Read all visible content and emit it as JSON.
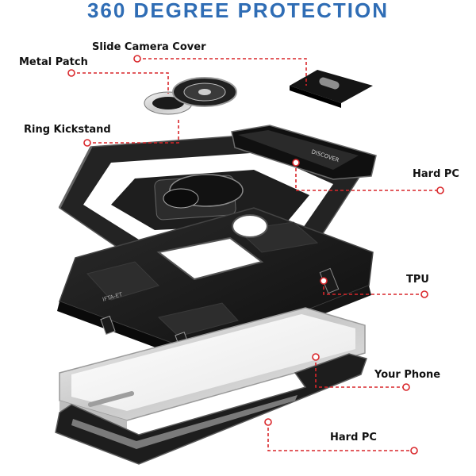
{
  "header": {
    "title": "360 DEGREE PROTECTION"
  },
  "labels": {
    "slide_camera_cover": "Slide Camera Cover",
    "metal_patch": "Metal Patch",
    "ring_kickstand": "Ring Kickstand",
    "hard_pc_top": "Hard PC",
    "tpu": "TPU",
    "your_phone": "Your Phone",
    "hard_pc_bottom": "Hard PC"
  },
  "colors": {
    "title": "#2f6db5",
    "callout": "#d9262a",
    "case_black": "#1b1b1b",
    "phone_silver": "#d8d8d8"
  }
}
